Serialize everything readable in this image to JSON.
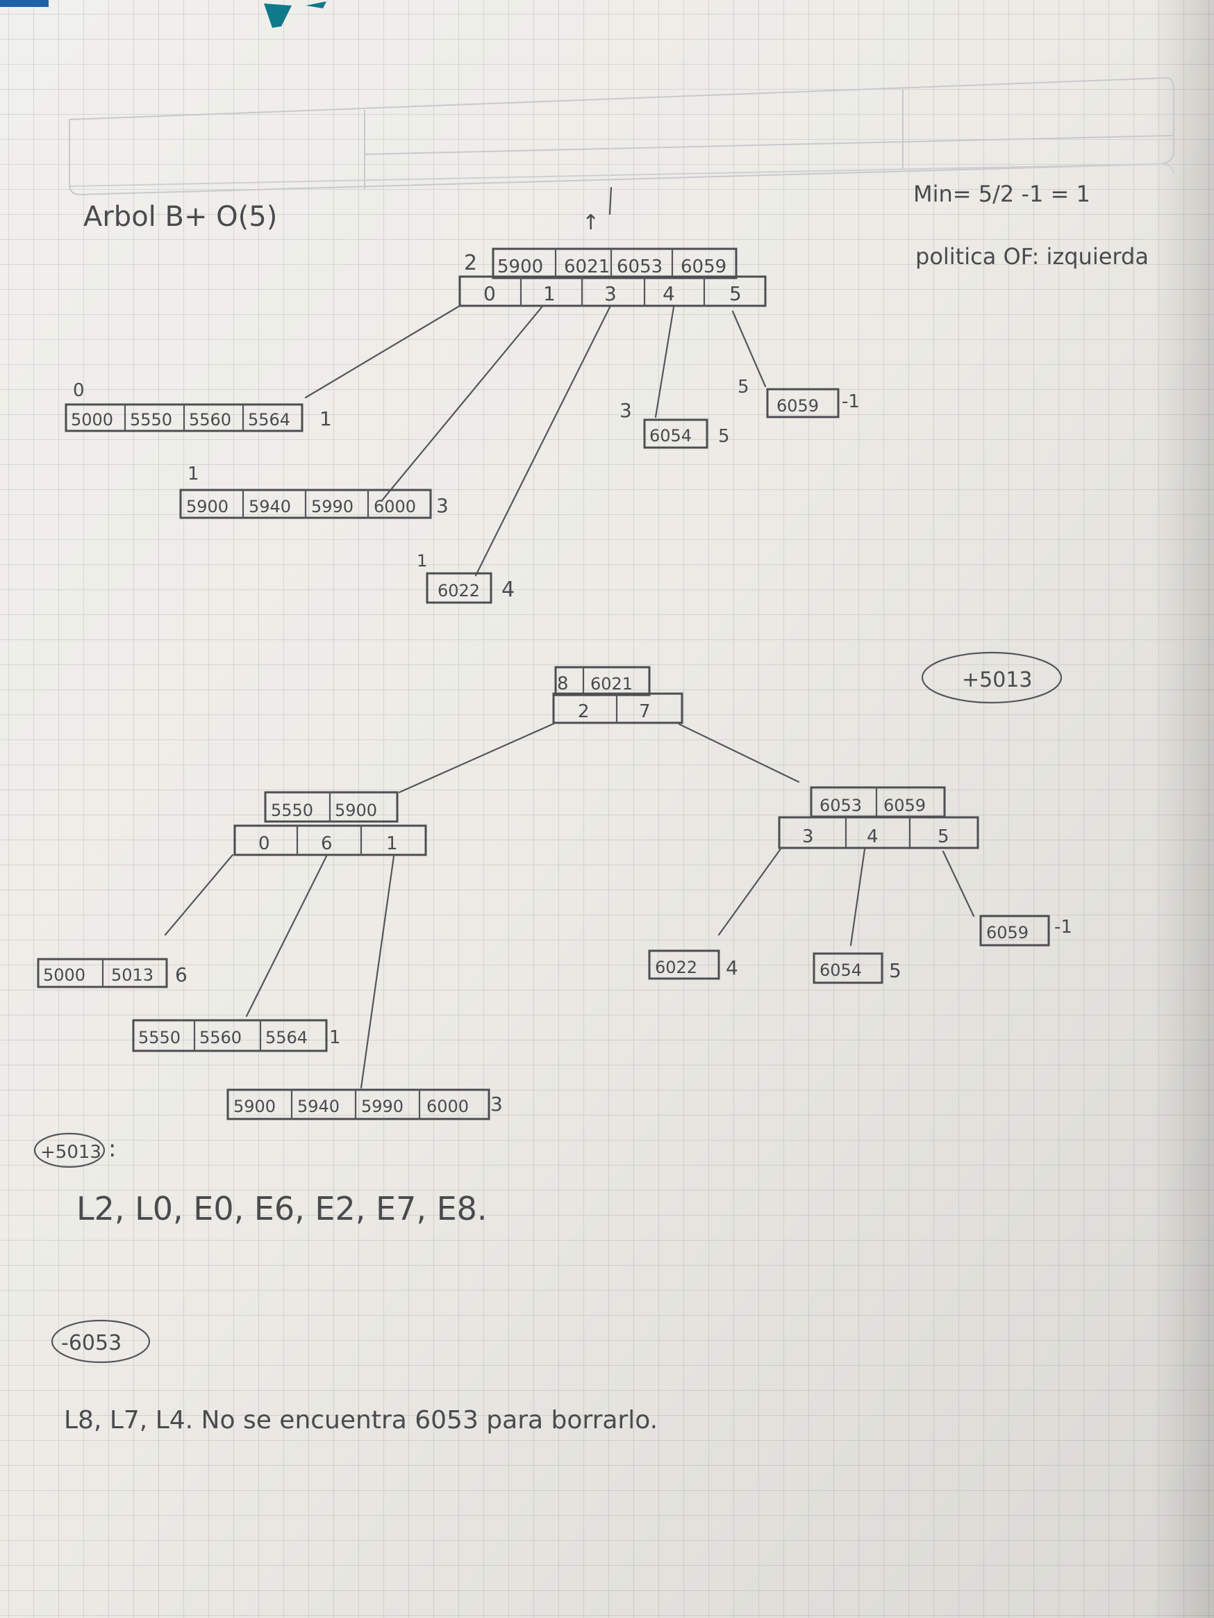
{
  "title": "Arbol B+ O(5)",
  "notes": {
    "min_formula": "Min= 5/2 -1 = 1",
    "policy": "politica OF: izquierda"
  },
  "tree_before": {
    "root": {
      "level": "2",
      "keys": [
        "5900",
        "6021",
        "6053",
        "6059"
      ],
      "pointers": [
        "0",
        "1",
        "3",
        "4",
        "5"
      ],
      "up_arrow": "↑"
    },
    "leaves": [
      {
        "id": "0",
        "keys": [
          "5000",
          "5550",
          "5560",
          "5564"
        ],
        "next": "1"
      },
      {
        "id": "1",
        "keys": [
          "5900",
          "5940",
          "5990",
          "6000"
        ],
        "next": "3"
      },
      {
        "id": "3",
        "keys": [
          "6054"
        ],
        "next": "5"
      },
      {
        "id": "5",
        "keys": [
          "6059"
        ],
        "next": "-1"
      },
      {
        "id": "1",
        "keys": [
          "6022"
        ],
        "next": "4"
      }
    ]
  },
  "tree_after": {
    "label": "+5013",
    "root": {
      "level": "8",
      "keys": [
        "6021"
      ],
      "pointers": [
        "2",
        "7"
      ]
    },
    "left_node": {
      "keys": [
        "5550",
        "5900"
      ],
      "pointers": [
        "0",
        "6",
        "1"
      ]
    },
    "right_node": {
      "keys": [
        "6053",
        "6059"
      ],
      "pointers": [
        "3",
        "4",
        "5"
      ]
    },
    "leaves": [
      {
        "keys": [
          "5000",
          "5013"
        ],
        "next": "6"
      },
      {
        "keys": [
          "5550",
          "5560",
          "5564"
        ],
        "next": "1"
      },
      {
        "keys": [
          "5900",
          "5940",
          "5990",
          "6000"
        ],
        "next": "3"
      },
      {
        "keys": [
          "6022"
        ],
        "next": "4"
      },
      {
        "keys": [
          "6054"
        ],
        "next": "5"
      },
      {
        "keys": [
          "6059"
        ],
        "next": "-1"
      }
    ]
  },
  "operations": [
    {
      "label": "+5013",
      "suffix": ":",
      "steps": "L2, L0, E0, E6, E2, E7, E8."
    },
    {
      "label": "-6053",
      "steps": "L8, L7, L4. No se encuentra 6053 para borrarlo."
    }
  ]
}
